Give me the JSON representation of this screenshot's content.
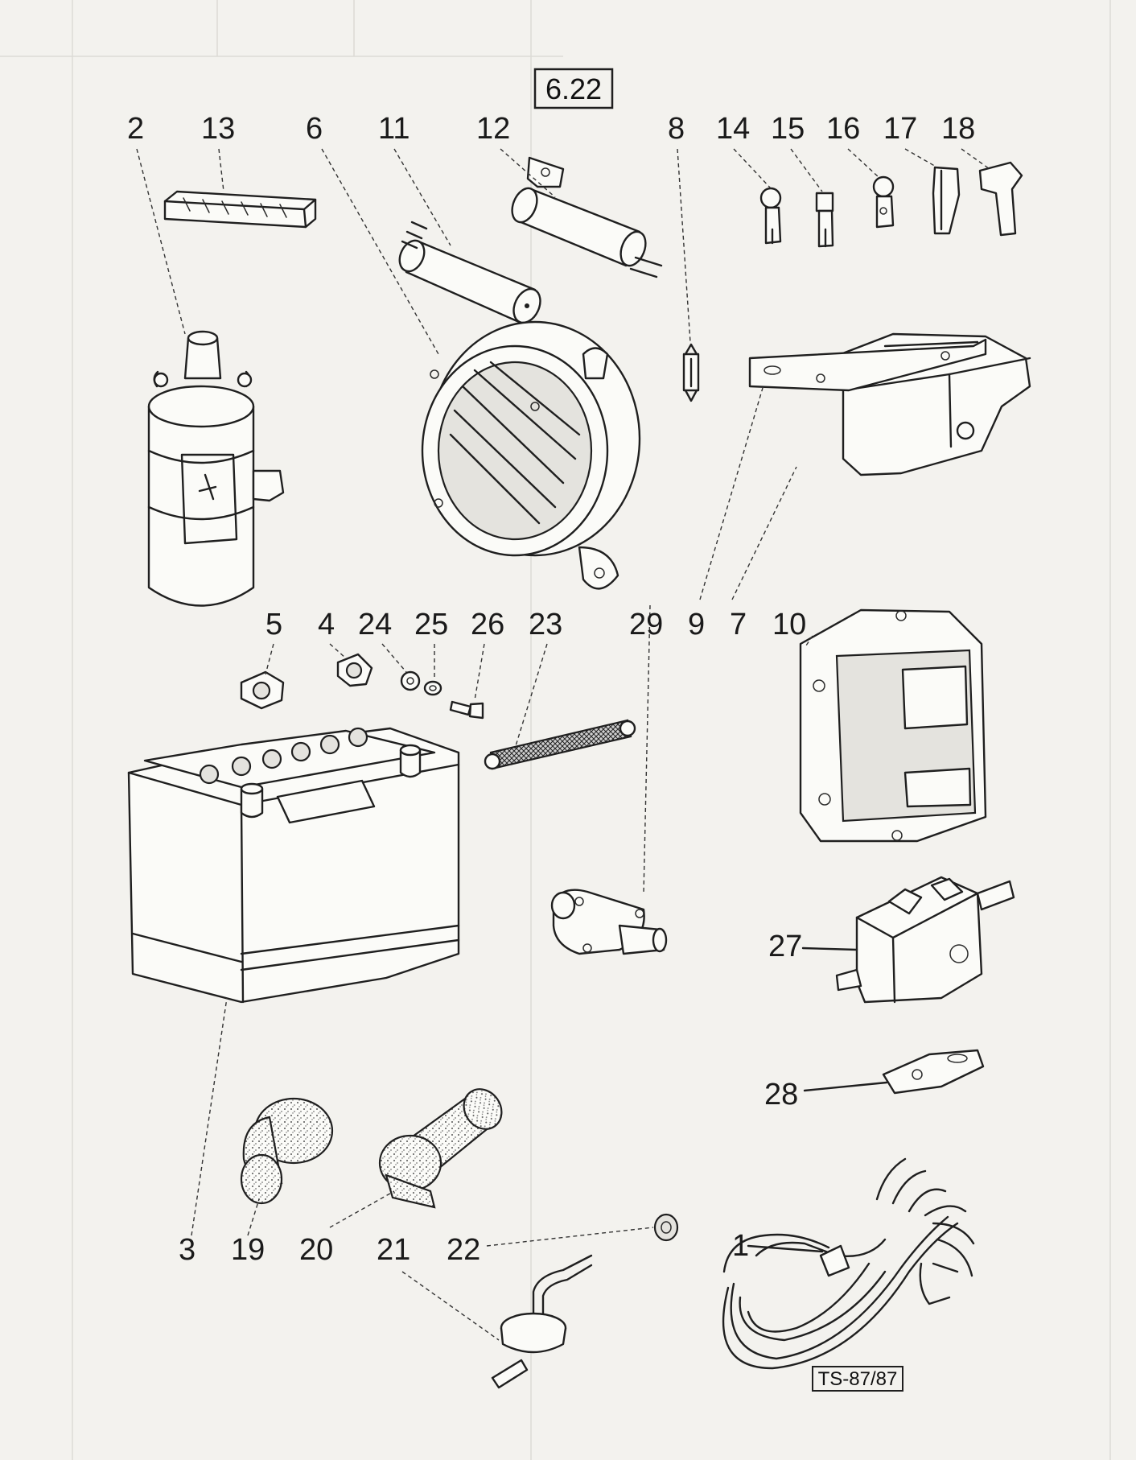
{
  "figure_number": "6.22",
  "drawing_reference": "TS-87/87",
  "part_numbers": {
    "p2": "2",
    "p13": "13",
    "p6": "6",
    "p11": "11",
    "p12": "12",
    "p8": "8",
    "p14": "14",
    "p15": "15",
    "p16": "16",
    "p17": "17",
    "p18": "18",
    "p5": "5",
    "p4": "4",
    "p24": "24",
    "p25": "25",
    "p26": "26",
    "p23": "23",
    "p29": "29",
    "p9": "9",
    "p7": "7",
    "p10": "10",
    "p27": "27",
    "p28": "28",
    "p3": "3",
    "p19": "19",
    "p20": "20",
    "p21": "21",
    "p22": "22",
    "p1": "1"
  },
  "colors": {
    "paper": "#f3f2ee",
    "ink": "#1f1f1f"
  }
}
